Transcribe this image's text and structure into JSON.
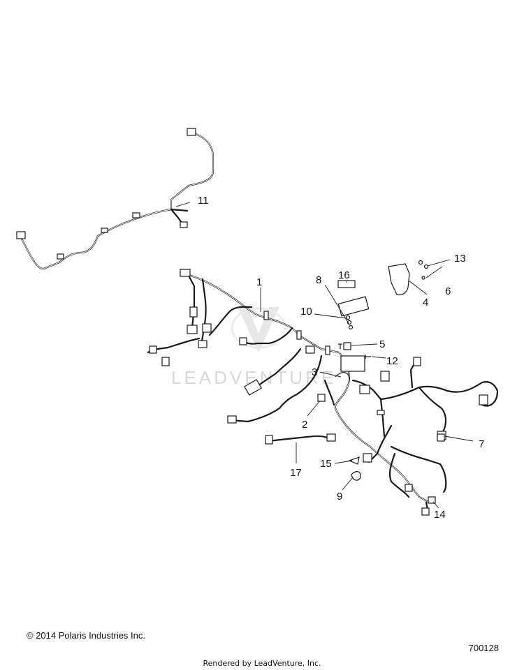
{
  "diagram": {
    "watermark": "LEADVENTURE",
    "callouts": [
      "1",
      "2",
      "3",
      "4",
      "5",
      "6",
      "7",
      "8",
      "9",
      "10",
      "11",
      "12",
      "13",
      "14",
      "15",
      "16",
      "17"
    ]
  },
  "footer": {
    "copyright": "© 2014 Polaris Industries Inc.",
    "drawing_number": "700128",
    "rendered_by": "Rendered by LeadVenture, Inc."
  }
}
